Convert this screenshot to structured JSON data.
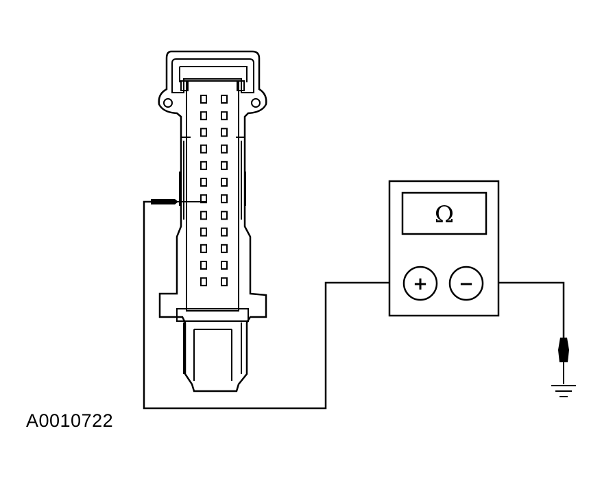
{
  "figure": {
    "id": "A0010722"
  },
  "meter": {
    "display_symbol": "Ω",
    "positive_label": "+",
    "negative_label": "−"
  },
  "connector": {
    "pin_rows": 12,
    "pin_columns": 2
  },
  "colors": {
    "line": "#000000",
    "background": "#ffffff",
    "connector_fill": "#ffffff"
  }
}
